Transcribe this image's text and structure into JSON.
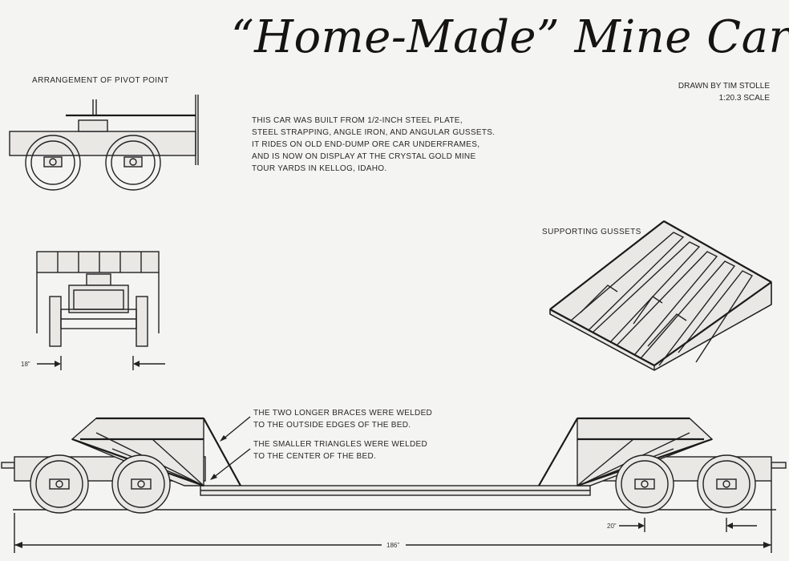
{
  "title": "“Home-Made” Mine Car",
  "credit": {
    "drawn_by": "DRAWN BY TIM STOLLE",
    "scale": "1:20.3 SCALE"
  },
  "labels": {
    "pivot": "ARRANGEMENT OF PIVOT POINT",
    "gussets": "SUPPORTING GUSSETS"
  },
  "description": [
    "THIS CAR WAS BUILT FROM 1/2-INCH STEEL PLATE,",
    "STEEL STRAPPING, ANGLE IRON, AND ANGULAR GUSSETS.",
    "IT RIDES ON OLD END-DUMP ORE CAR UNDERFRAMES,",
    "AND IS NOW ON DISPLAY AT THE CRYSTAL GOLD MINE",
    "TOUR YARDS IN KELLOG, IDAHO."
  ],
  "callouts": {
    "braces": [
      "THE TWO LONGER BRACES WERE WELDED",
      "TO THE OUTSIDE EDGES OF THE BED."
    ],
    "triangles": [
      "THE SMALLER TRIANGLES WERE WELDED",
      "TO THE CENTER OF THE BED."
    ]
  },
  "dimensions": {
    "end_width": "18”",
    "wheel_spacing": "20”",
    "overall_length": "186”"
  }
}
